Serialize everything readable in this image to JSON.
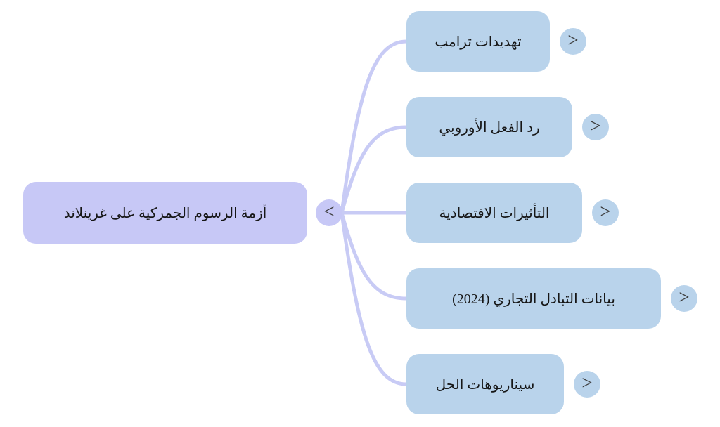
{
  "diagram": {
    "type": "mindmap",
    "root": {
      "label": "أزمة الرسوم الجمركية على غرينلاند",
      "toggle_glyph": "<"
    },
    "children": [
      {
        "label": "تهديدات ترامب",
        "toggle_glyph": ">"
      },
      {
        "label": "رد الفعل الأوروبي",
        "toggle_glyph": ">"
      },
      {
        "label": "التأثيرات الاقتصادية",
        "toggle_glyph": ">"
      },
      {
        "label": "بيانات التبادل التجاري (2024)",
        "toggle_glyph": ">"
      },
      {
        "label": "سيناريوهات الحل",
        "toggle_glyph": ">"
      }
    ],
    "colors": {
      "background": "#ffffff",
      "root_fill": "#c7c8f6",
      "child_fill": "#b9d3eb",
      "link": "#c8cbf5",
      "text": "#161616",
      "chevron": "#3a3a3a"
    }
  }
}
